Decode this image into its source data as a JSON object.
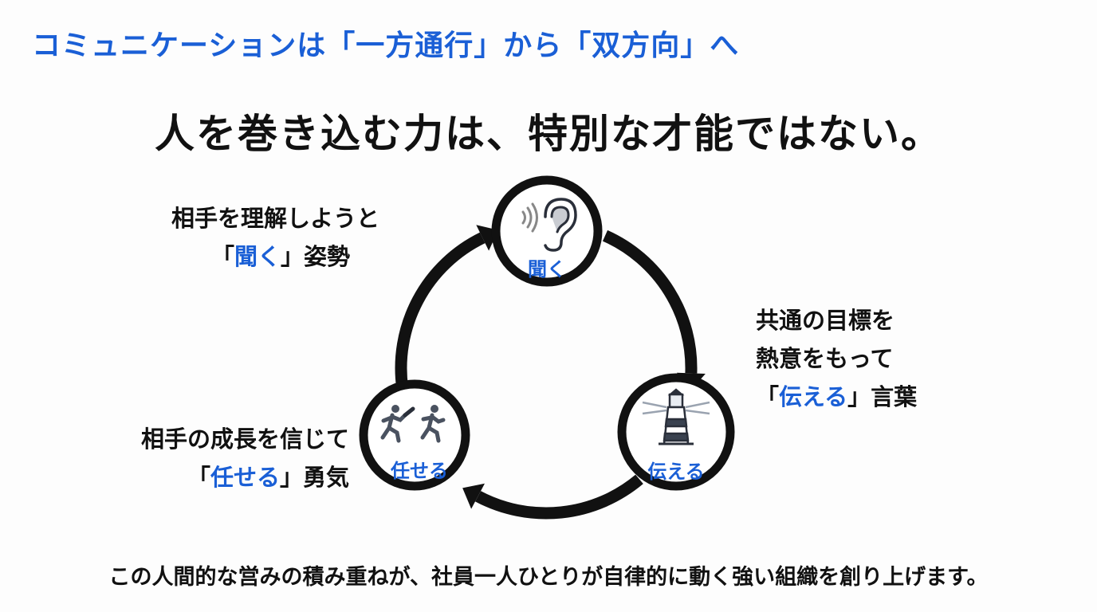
{
  "subtitle": "コミュニケーションは「一方通行」から「双方向」へ",
  "headline": "人を巻き込む力は、特別な才能ではない。",
  "cycle": {
    "nodes": [
      {
        "label": "聞く",
        "icon": "ear-icon"
      },
      {
        "label": "伝える",
        "icon": "lighthouse-icon"
      },
      {
        "label": "任せる",
        "icon": "relay-runners-icon"
      }
    ],
    "descriptions": {
      "listen": {
        "line1": "相手を理解しようと",
        "open": "「",
        "keyword": "聞く",
        "close": "」",
        "suffix": "姿勢"
      },
      "tell": {
        "line1": "共通の目標を",
        "line2": "熱意をもって",
        "open": "「",
        "keyword": "伝える",
        "close": "」",
        "suffix": "言葉"
      },
      "entrust": {
        "line1": "相手の成長を信じて",
        "open": "「",
        "keyword": "任せる",
        "close": "」",
        "suffix": "勇気"
      }
    }
  },
  "footer": "この人間的な営みの積み重ねが、社員一人ひとりが自律的に動く強い組織を創り上げます。",
  "colors": {
    "accent": "#1a5fd6",
    "ink": "#111111"
  }
}
